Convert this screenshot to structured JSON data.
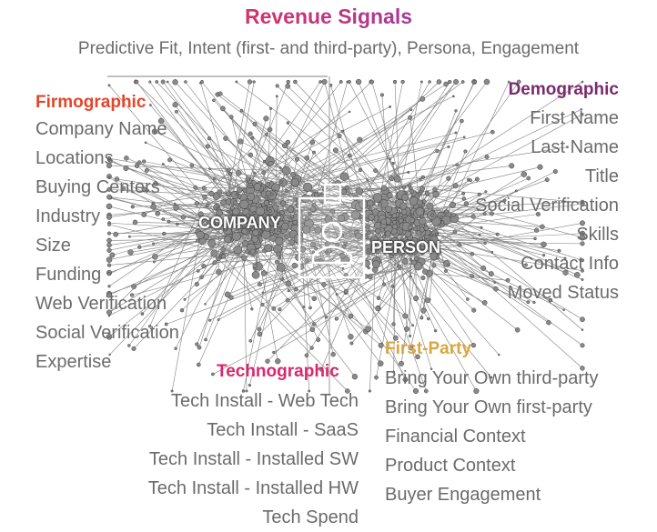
{
  "title": "Revenue Signals",
  "subtitle": "Predictive Fit, Intent (first- and third-party), Persona, Engagement",
  "center": {
    "company_label": "COMPANY",
    "person_label": "PERSON",
    "icon": "id-badge-icon"
  },
  "firmographic": {
    "heading": "Firmographic",
    "color": "#e2462b",
    "items": [
      "Company Name",
      "Locations",
      "Buying Centers",
      "Industry",
      "Size",
      "Funding",
      "Web Verification",
      "Social Verification",
      "Expertise"
    ]
  },
  "demographic": {
    "heading": "Demographic",
    "color": "#7a2a6e",
    "items": [
      "First Name",
      "Last Name",
      "Title",
      "Social Verification",
      "Skills",
      "Contact Info",
      "Moved Status"
    ]
  },
  "technographic": {
    "heading": "Technographic",
    "color": "#d8286f",
    "items": [
      "Tech Install - Web Tech",
      "Tech Install - SaaS",
      "Tech Install - Installed SW",
      "Tech Install - Installed HW",
      "Tech Spend"
    ]
  },
  "first_party": {
    "heading": "First-Party",
    "color": "#d9a640",
    "items": [
      "Bring Your Own third-party",
      "Bring Your Own first-party",
      "Financial Context",
      "Product Context",
      "Buyer Engagement"
    ]
  }
}
